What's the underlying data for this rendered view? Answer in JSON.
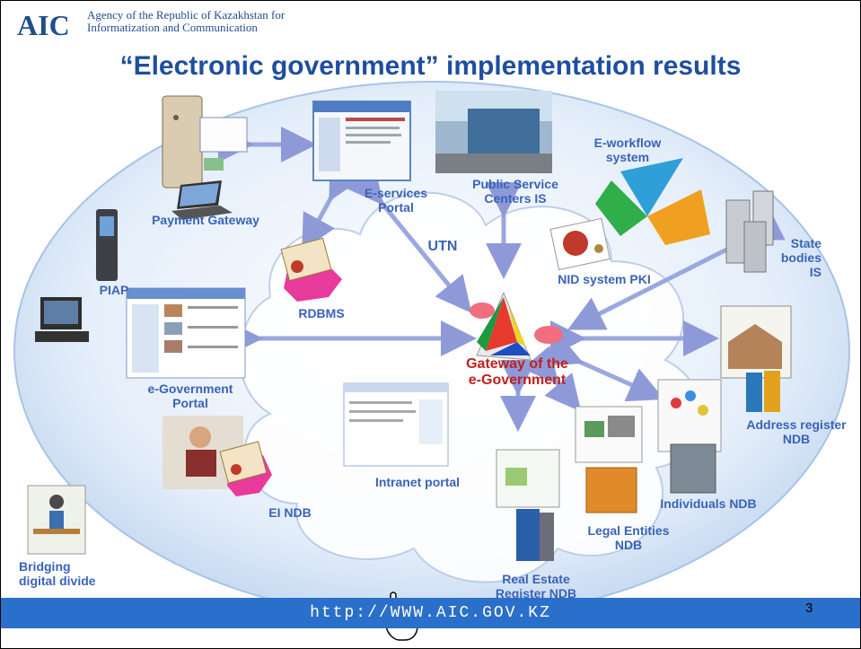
{
  "header": {
    "logo": "AIC",
    "agency_line1": "Agency of the Republic of Kazakhstan for",
    "agency_line2": "Informatization and Communication",
    "title": "“Electronic government” implementation results"
  },
  "nodes": {
    "payment_gateway": "Payment Gateway",
    "eservices_portal_1": "E-services",
    "eservices_portal_2": "Portal",
    "public_service_1": "Public Service",
    "public_service_2": "Centers IS",
    "eworkflow_1": "E-workflow",
    "eworkflow_2": "system",
    "utn": "UTN",
    "nid_pki": "NID system PKI",
    "state_bodies_1": "State",
    "state_bodies_2": "bodies",
    "state_bodies_3": "IS",
    "piap": "PIAP",
    "rdbms": "RDBMS",
    "gateway_1": "Gateway of the",
    "gateway_2": "e-Government",
    "egov_portal_1": "e-Government",
    "egov_portal_2": "Portal",
    "address_register_1": "Address register",
    "address_register_2": "NDB",
    "intranet_portal": "Intranet portal",
    "individuals_ndb": "Individuals NDB",
    "ei_ndb": "EI NDB",
    "legal_entities_1": "Legal Entities",
    "legal_entities_2": "NDB",
    "real_estate_1": "Real Estate",
    "real_estate_2": "Register NDB",
    "bridging_1": "Bridging",
    "bridging_2": "digital divide"
  },
  "footer": {
    "url": "http://WWW.AIC.GOV.KZ",
    "page_number": "3"
  },
  "colors": {
    "title": "#1f4e9e",
    "label": "#3a63b8",
    "gateway_label": "#c0201f",
    "cloud": "#d7e6f7",
    "arrow": "#9aa8e0",
    "footer_bar": "#2a6fc9"
  }
}
